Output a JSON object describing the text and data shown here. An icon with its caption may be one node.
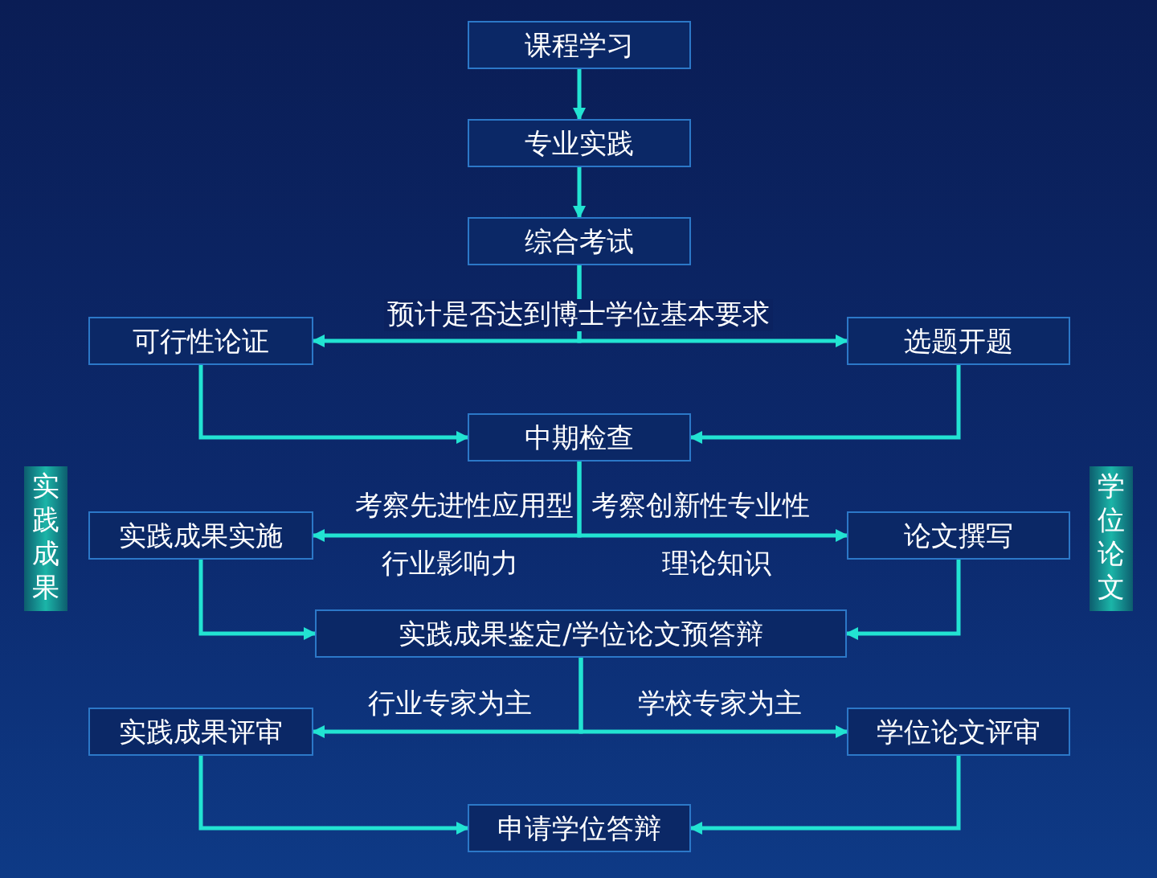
{
  "diagram": {
    "nodes": [
      {
        "text": [
          "课程学习"
        ]
      },
      {
        "text": [
          "专业实践"
        ]
      },
      {
        "text": [
          "综合考试"
        ]
      },
      {
        "text": [
          "可行性论证"
        ]
      },
      {
        "text": [
          "选题开题"
        ]
      },
      {
        "text": [
          "中期检查"
        ]
      },
      {
        "text": [
          "实践成果实施"
        ]
      },
      {
        "text": [
          "论文撰写"
        ]
      },
      {
        "text": [
          "实践成果鉴定/学位论文预答辩"
        ]
      },
      {
        "text": [
          "实践成果评审"
        ]
      },
      {
        "text": [
          "学位论文评审"
        ]
      },
      {
        "text": [
          "申请学位答辩"
        ]
      },
      {
        "text": [
          "实践成果"
        ]
      },
      {
        "text": [
          "学位论文"
        ]
      }
    ],
    "edges": [
      {
        "from": 0,
        "to": 1,
        "arrow": "to"
      },
      {
        "from": 1,
        "to": 2,
        "arrow": "to"
      },
      {
        "from": 2,
        "to": 3,
        "arrow": "to",
        "label": "预计是否达到博士学位基本要求"
      },
      {
        "from": 2,
        "to": 4,
        "arrow": "to"
      },
      {
        "from": 3,
        "to": 5,
        "arrow": "to"
      },
      {
        "from": 4,
        "to": 5,
        "arrow": "to"
      },
      {
        "from": 5,
        "to": 6,
        "arrow": "to",
        "label": "考察先进性应用型"
      },
      {
        "from": 5,
        "to": 7,
        "arrow": "to",
        "label": "考察创新性专业性"
      },
      {
        "from": 6,
        "to": 8,
        "arrow": "to"
      },
      {
        "from": 7,
        "to": 8,
        "arrow": "to"
      },
      {
        "from": 8,
        "to": 9,
        "arrow": "to",
        "label": "行业专家为主"
      },
      {
        "from": 8,
        "to": 10,
        "arrow": "to",
        "label": "学校专家为主"
      },
      {
        "from": 9,
        "to": 11,
        "arrow": "to"
      },
      {
        "from": 10,
        "to": 11,
        "arrow": "to"
      }
    ],
    "labels": [
      "行业影响力",
      "理论知识"
    ]
  }
}
